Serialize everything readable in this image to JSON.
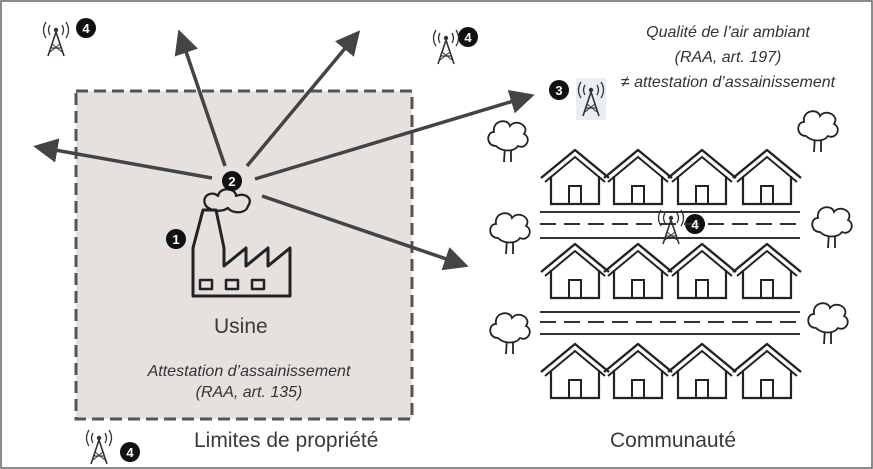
{
  "labels": {
    "factory": "Usine",
    "property_limits": "Limites de propriété",
    "community": "Communauté"
  },
  "notes": {
    "inside_line1": "Attestation d’assainissement",
    "inside_line2": "(RAA, art. 135)",
    "ambient_line1": "Qualité de l’air ambiant",
    "ambient_line2": "(RAA, art. 197)",
    "ambient_line3": "≠ attestation d’assainissement"
  },
  "markers": {
    "source": "1",
    "emission": "2",
    "fence_station": "3",
    "ambient_station": "4"
  },
  "colors": {
    "property_fill": "#e5e1df",
    "border": "#555555",
    "arrow": "#444444",
    "marker": "#111111"
  },
  "icons": [
    "factory-icon",
    "antenna-tower-icon",
    "tree-icon",
    "house-icon"
  ]
}
